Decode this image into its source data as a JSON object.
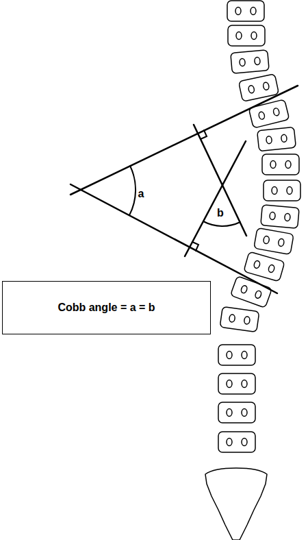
{
  "diagram": {
    "nodes": [
      {
        "text": [
          "Cobb angle = a = b"
        ]
      }
    ],
    "labels": [
      "a",
      "b"
    ]
  }
}
